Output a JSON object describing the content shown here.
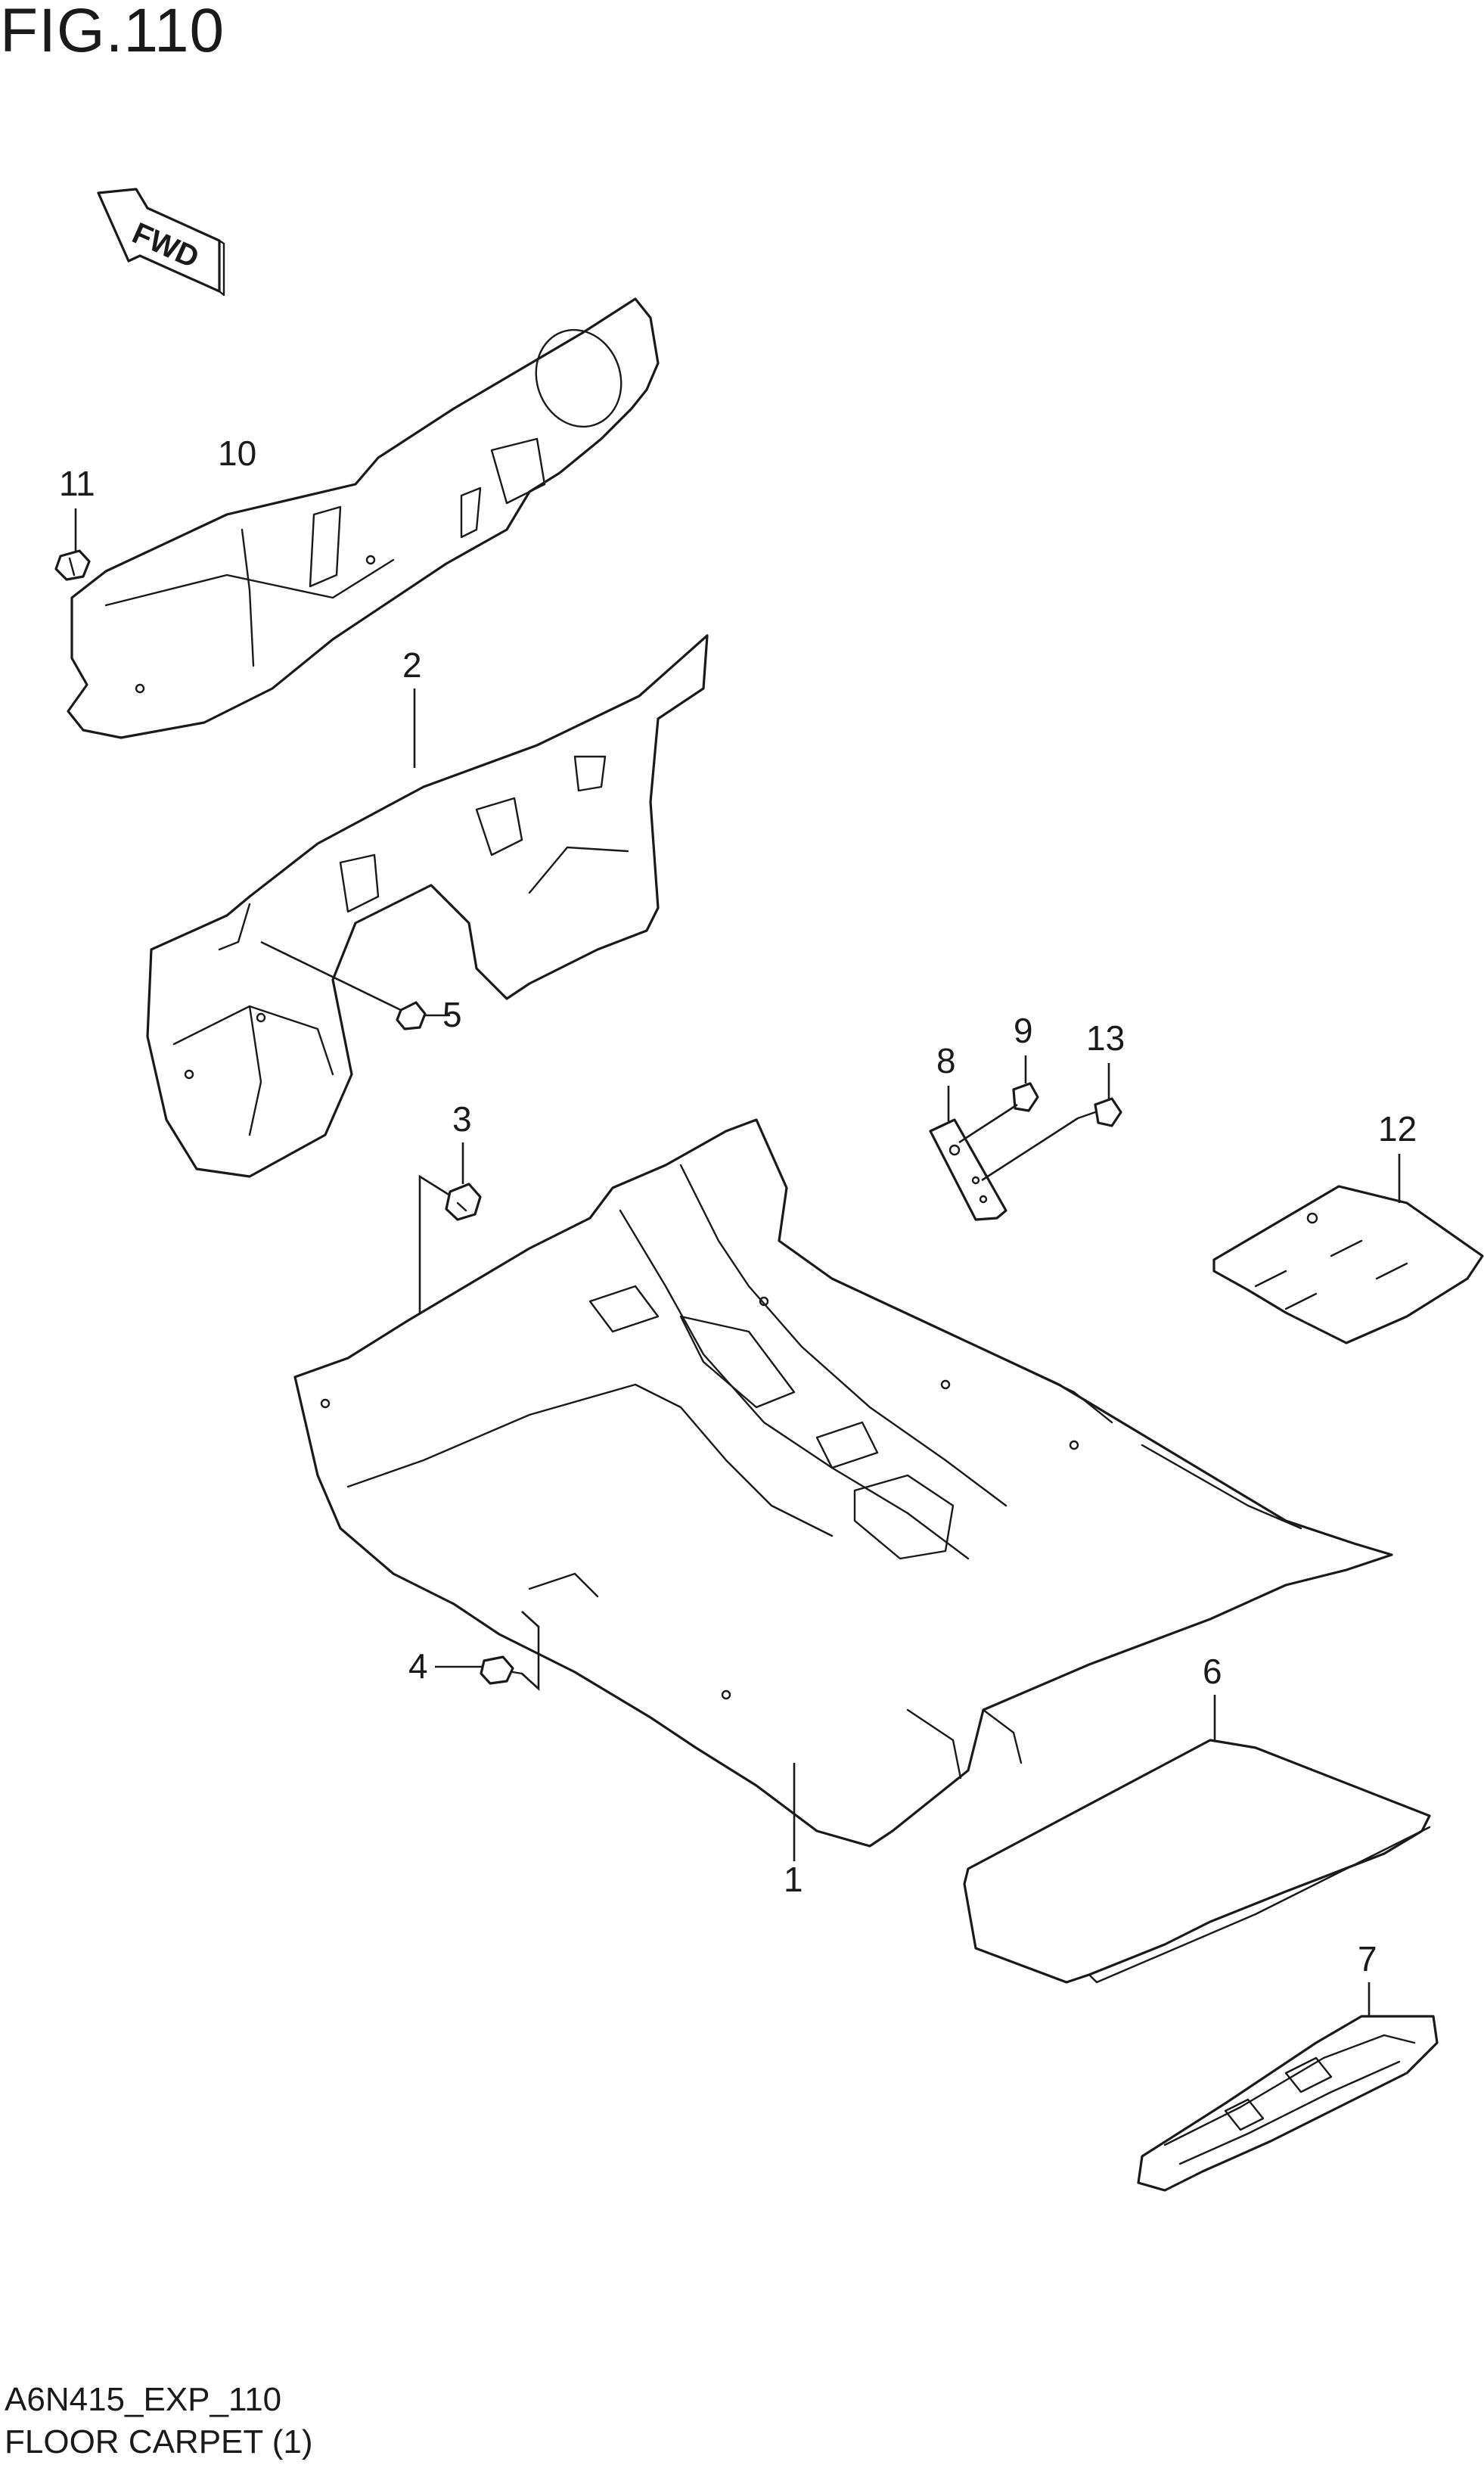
{
  "figure": {
    "title": "FIG.110",
    "code": "A6N415_EXP_110",
    "name": "FLOOR CARPET (1)"
  },
  "direction_badge": {
    "label": "FWD",
    "icon": "forward-arrow-icon"
  },
  "callouts": {
    "p1": "1",
    "p2": "2",
    "p3": "3",
    "p4": "4",
    "p5": "5",
    "p6": "6",
    "p7": "7",
    "p8": "8",
    "p9": "9",
    "p10": "10",
    "p11": "11",
    "p12": "12",
    "p13": "13"
  },
  "colors": {
    "line": "#1a1a1a",
    "background": "#ffffff"
  }
}
